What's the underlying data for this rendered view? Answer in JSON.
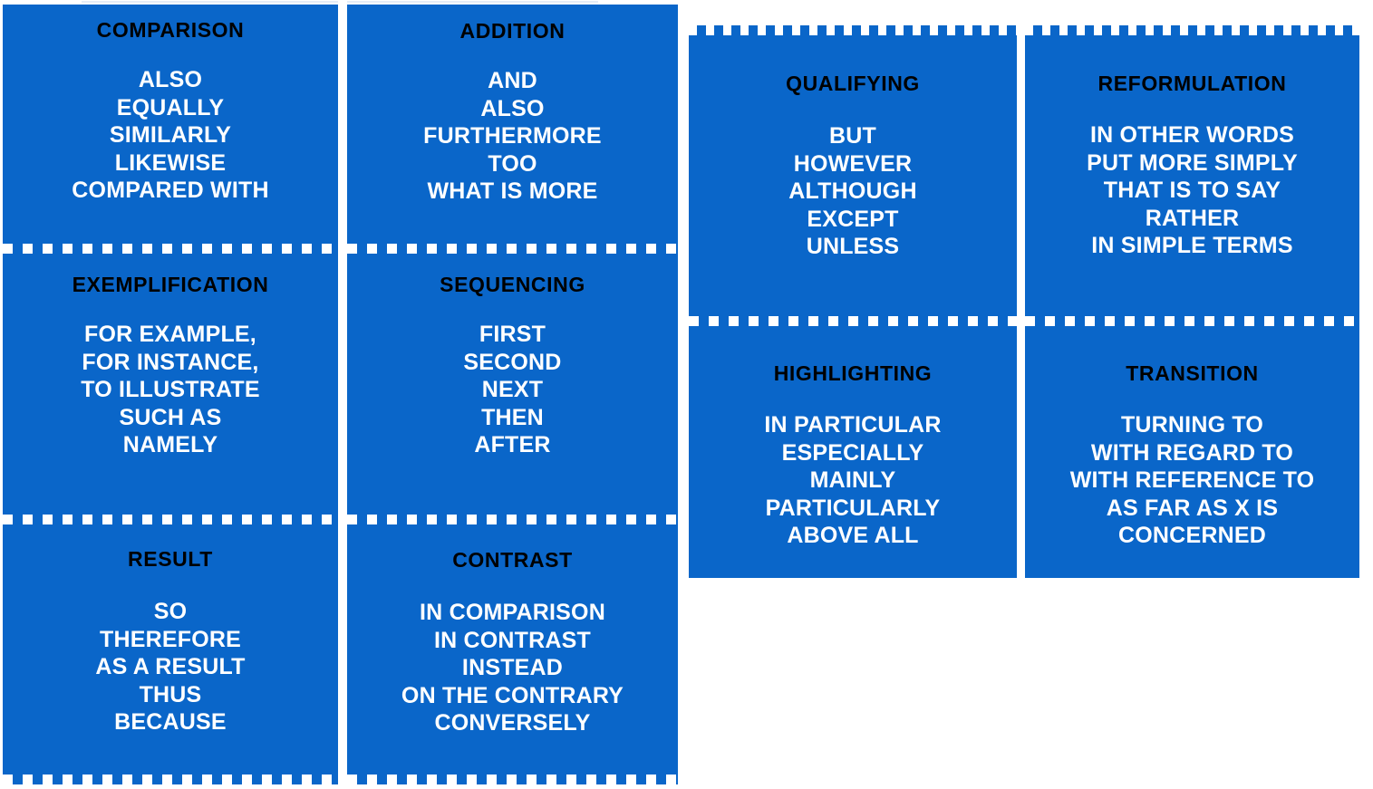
{
  "theme": {
    "card_blue": "#0a66c9",
    "title_color": "#000000",
    "item_color": "#ffffff",
    "page_background": "#ffffff"
  },
  "cards": [
    {
      "id": "comparison",
      "title": "COMPARISON",
      "items": [
        "ALSO",
        "EQUALLY",
        "SIMILARLY",
        "LIKEWISE",
        "COMPARED WITH"
      ]
    },
    {
      "id": "addition",
      "title": "ADDITION",
      "items": [
        "AND",
        "ALSO",
        "FURTHERMORE",
        "TOO",
        "WHAT IS MORE"
      ]
    },
    {
      "id": "qualifying",
      "title": "QUALIFYING",
      "items": [
        "BUT",
        "HOWEVER",
        "ALTHOUGH",
        "EXCEPT",
        "UNLESS"
      ]
    },
    {
      "id": "reformulation",
      "title": "REFORMULATION",
      "items": [
        "IN OTHER WORDS",
        "PUT MORE SIMPLY",
        "THAT IS TO SAY",
        "RATHER",
        "IN SIMPLE TERMS"
      ]
    },
    {
      "id": "exemplification",
      "title": "EXEMPLIFICATION",
      "items": [
        "FOR EXAMPLE,",
        "FOR INSTANCE,",
        "TO ILLUSTRATE",
        "SUCH AS",
        "NAMELY"
      ]
    },
    {
      "id": "sequencing",
      "title": "SEQUENCING",
      "items": [
        "FIRST",
        "SECOND",
        "NEXT",
        "THEN",
        "AFTER"
      ]
    },
    {
      "id": "highlighting",
      "title": "HIGHLIGHTING",
      "items": [
        "IN PARTICULAR",
        "ESPECIALLY",
        "MAINLY",
        "PARTICULARLY",
        "ABOVE ALL"
      ]
    },
    {
      "id": "transition",
      "title": "TRANSITION",
      "items": [
        "TURNING TO",
        "WITH REGARD TO",
        "WITH REFERENCE TO",
        "AS FAR AS X IS",
        "CONCERNED"
      ]
    },
    {
      "id": "result",
      "title": "RESULT",
      "items": [
        "SO",
        "THEREFORE",
        "AS A RESULT",
        "THUS",
        "BECAUSE"
      ]
    },
    {
      "id": "contrast",
      "title": "CONTRAST",
      "items": [
        "IN COMPARISON",
        "IN CONTRAST",
        "INSTEAD",
        "ON THE CONTRARY",
        "CONVERSELY"
      ]
    }
  ]
}
